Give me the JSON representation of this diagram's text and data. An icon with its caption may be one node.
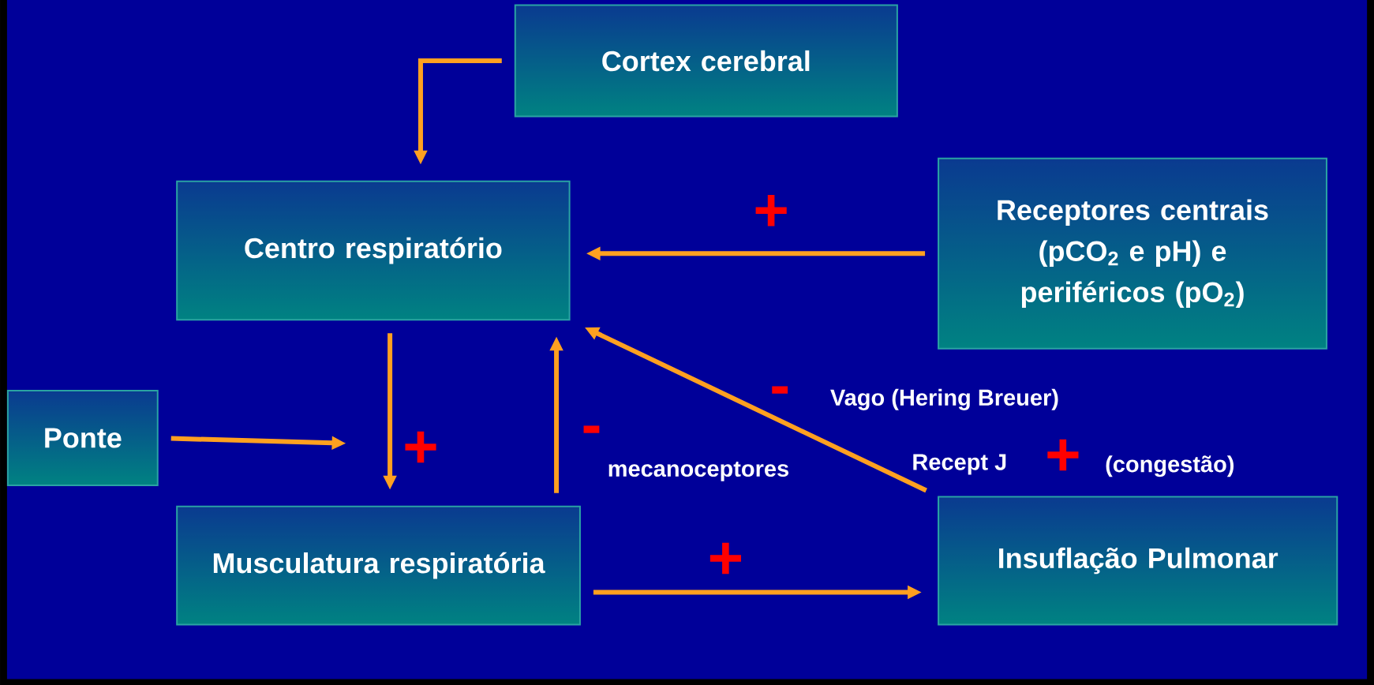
{
  "diagram": {
    "nodes": [
      {
        "text": [
          "Cortex cerebral"
        ]
      },
      {
        "text": [
          "Centro respiratório"
        ]
      },
      {
        "text": [
          "Receptores centrais (pCO$_{2}$ e pH) e periféricos (pO$_{2}$)"
        ]
      },
      {
        "text": [
          "Ponte"
        ]
      },
      {
        "text": [
          "Musculatura respiratória"
        ]
      },
      {
        "text": [
          "Insuflação Pulmonar"
        ]
      }
    ],
    "edges": [
      {
        "from": 0,
        "to": 1,
        "arrow": "to"
      },
      {
        "from": 2,
        "to": 1,
        "arrow": "to"
      },
      {
        "from": 1,
        "to": 4,
        "arrow": "to"
      },
      {
        "from": 3,
        "to": null,
        "arrow": "to"
      },
      {
        "from": 4,
        "to": 1,
        "arrow": "to"
      },
      {
        "from": 5,
        "to": 1,
        "arrow": "to"
      },
      {
        "from": 4,
        "to": 5,
        "arrow": "to"
      }
    ],
    "labels": [
      "+",
      "+",
      "-",
      "mecanoceptores",
      "-",
      "Vago (Hering Breuer)",
      "Recept J",
      "+",
      "(congestão)",
      "+"
    ]
  }
}
